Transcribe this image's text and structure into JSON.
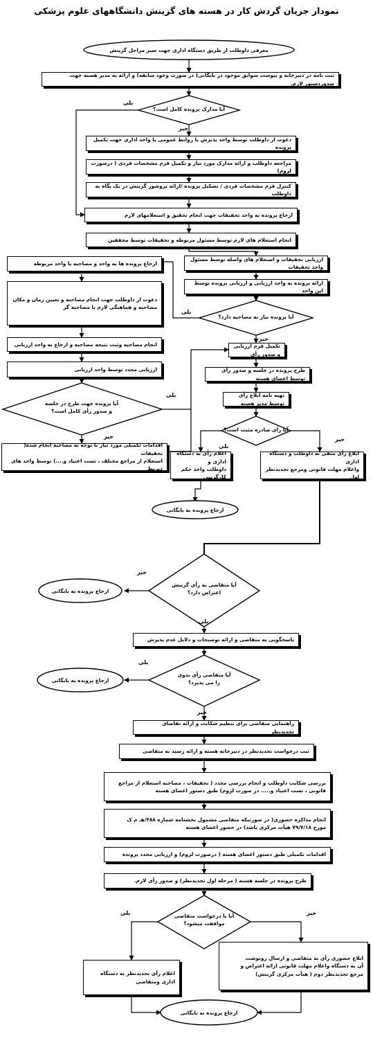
{
  "title": "نمودار جریان گردش کار در هسته های گزینش دانشگاههای علوم پزشکی",
  "labels": {
    "yes": "بلی",
    "no": "خیر"
  },
  "nodes": {
    "start": "معرفی داوطلب از طریق دستگاه اداری جهت سیر مراحل گزینش",
    "register": "ثبت نامه در دبیرخانه و پیوست سوابق موجود در بایگانی( در صورت وجود سابقه) و ارائه به مدیر هسته جهت صدوردستور لازم.",
    "q_docs": "آیا مدارک پرونده کامل است؟",
    "invite": "دعوت از داوطلب توسط واحد پذیرش یا روابط عمومی یا واحد اداری جهت تکمیل پرونده",
    "visit": "مراجعه داوطلب و ارائه مدارک مورد نیاز و تکمیل فرم مشخصات فردی ( درصورت لزوم)",
    "check_form": "کنترل فرم مشخصات فردی / تشکیل پرونده /ارائه بروشور گزینش در یک نگاه به داوطلب",
    "refer_research": "ارجاع پرونده به واحد تحقیقات جهت انجام تحقیق و استعلامهای لازم",
    "inquiries": "انجام استعلام های لازم توسط مسئول مربوطه و تحقیقات توسط محققین",
    "eval_research": "ارزیابی تحقیقات و استعلام های واصله توسط مسئول واحد تحقیقات",
    "to_eval_unit": "ارائه پرونده به واحد ارزیابی و ارزیابی پرونده توسط این واحد",
    "q_interview": "آیا پرونده نیاز به مصاحبه دارد؟",
    "refer_interview": "ارجاع پرونده ها به واحد و مصاحبه یا واحد مربوطه",
    "invite_interview": [
      "دعوت از داوطلب جهت انجام مصاحبه و تعیین زمان و مکان",
      "مصاحبه و هماهنگی لازم با مصاحبه گر"
    ],
    "do_interview": "انجام مصاحبه وثبت نتیجه مصاحبه و ارجاع به واحد ارزیابی",
    "re_eval": "ارزیابی مجدد توسط واحد ارزیابی",
    "q_meeting": [
      "آیا پرونده جهت طرح در جلسه",
      "و صدور رأی کامل است؟"
    ],
    "extra_actions": [
      "اقدامات تکمیلی مورد نیاز با توجه به مصاحبه انجام شده( تحقیقات",
      "استعلام  از مراجع مختلف ، تست اعتیاد و....) توسط واحد های ذیربط"
    ],
    "eval_form": "تکمیل فرم ارزیابی و صدور رأی",
    "present_meeting": "طرح پرونده در جلسه و صدور رأی توسط اعضای هسته",
    "notify_letter": "تهیه نامه ابلاغ رأی توسط مدیر هسته",
    "q_positive": "آیا رأی صادره مثبت است؟",
    "announce_positive": [
      "اعلام رأی به دستگاه اداری و",
      "داوطلب واخذ حکم کارگزینی"
    ],
    "announce_negative": [
      "ابلاغ رأی منفی به داوطلب و دستگاه اداری",
      "واعلام مهلت قانونی ومرجع تجدیدنظر اول"
    ],
    "archive1": "ارجاع پرونده به بایگانی",
    "q_objection": [
      "آیا متقاضی به رأی گزینش",
      "اعتراض دارد؟"
    ],
    "archive2": "ارجاع پرونده به بایگانی",
    "reply": "پاسخگویی به متقاضی و ارائه توضیحات و دلایل عدم پذیرش",
    "q_accept": [
      "آیا متقاضی رأی بدوی",
      "را می پذیرد؟"
    ],
    "archive3": "ارجاع پرونده به بایگانی",
    "guide": "راهنمایی متقاضی برای تنظیم شکایت و ارائه تقاضای تجدیدنظر",
    "register_appeal": "ثبت درخواست تجدیدنظر در دبیرخانه هسته و ارائه  رسید به متقاضی",
    "review": [
      "بررسی شکایت داوطلب و انجام بررسی مجدد ( تحقیقات ، مصاحبه استعلام از مراجع",
      "قانونی ، تست اعتیاد و..... در صورت لزوم) طبق دستور اعضای هسته"
    ],
    "hearing": [
      "انجام مذاکره حضوری( در صورتیکه متقاضی مشمول بخشنامه شماره ۴۸۸/هـ م ک",
      "مورخ ۷۹/۷/۱۸ هیأت مرکزی باشد) در حضور اعضای هسته"
    ],
    "complement": "اقدامات تکمیلی طبق دستور اعضای هسته ( درصورت لزوم) و ارزیابی مجدد پرونده",
    "present_appeal": "طرح پرونده در جلسه هسته ( مرحله اول تجدیدنظر) و صدور رأی لازم.",
    "q_agree": [
      "آیا با درخواست متقاضی",
      "موافقت میشود؟"
    ],
    "announce_appeal": [
      "اعلام رأی تجدیدنظر به دستگاه",
      "اداری ومتقاضی"
    ],
    "notify_in_person": [
      "ابلاغ حضوری رأی به متقاضی و ارسال رونوشت",
      "آن به دستگاه واعلام مهلت قانونی ارائه اعتراض و",
      "مرجع تجدیدنظر دوم  ( هیأت مرکزی گزینش)"
    ],
    "archive4": "ارجاع پرونده به بایگانی"
  }
}
